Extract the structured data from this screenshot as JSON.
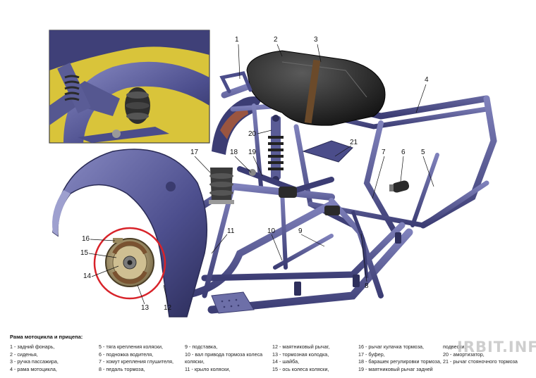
{
  "callouts": [
    "1",
    "2",
    "3",
    "4",
    "5",
    "6",
    "7",
    "8",
    "9",
    "10",
    "11",
    "12",
    "13",
    "14",
    "15",
    "16",
    "17",
    "18",
    "19",
    "20",
    "21"
  ],
  "legend": {
    "title": "Рама мотоцикла и прицепа:",
    "columns": [
      [
        "1 - задний фонарь,",
        "2 - сиденья,",
        "3 - ручка пассажира,",
        "4 - рама мотоцикла,"
      ],
      [
        "5 - тяга крепления коляски,",
        "6 - подножка водителя,",
        "7 - хомут крепления глушителя,",
        "8 - педаль тормоза,"
      ],
      [
        "9 - подставка,",
        "10 - вал привода тормоза колеса",
        "коляски,",
        "11 - крыло коляски,"
      ],
      [
        "12 - маятниковый рычаг,",
        "13 - тормозная колодка,",
        "14 - шайба,",
        "15 - ось колеса коляски,"
      ],
      [
        "16 - рычаг кулачка тормоза,",
        "17 - буфер,",
        "18 - барашек регулировки тормоза,",
        "19 - маятниковый рычаг задней"
      ],
      [
        "подвески,",
        "20 - амортизатор,",
        "21 - рычаг стояночного тормоза"
      ]
    ]
  },
  "watermark": "IRBIT.INFO",
  "colors": {
    "frame": "#4b4d8a",
    "frame_dark": "#2e2f5c",
    "frame_light": "#8587bf",
    "seat": "#1c1c1c",
    "inset_bg": "#d9c43a",
    "highlight_ring": "#d8232a",
    "rubber": "#3a3a3a",
    "brass": "#b79a5e"
  }
}
